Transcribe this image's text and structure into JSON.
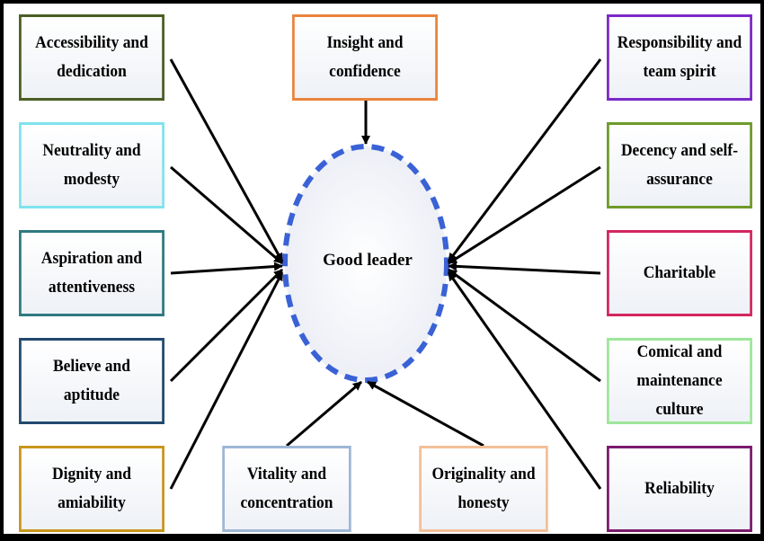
{
  "center": {
    "label": "Good leader"
  },
  "nodes": [
    {
      "id": "accessibility",
      "label": "Accessibility and\ndedication",
      "color": "#4a5e23"
    },
    {
      "id": "neutrality",
      "label": "Neutrality and\nmodesty",
      "color": "#7fe3ee"
    },
    {
      "id": "aspiration",
      "label": "Aspiration and\nattentiveness",
      "color": "#2e7a80"
    },
    {
      "id": "believe",
      "label": "Believe and aptitude",
      "color": "#22496e"
    },
    {
      "id": "dignity",
      "label": "Dignity and\namiability",
      "color": "#c9961c"
    },
    {
      "id": "insight",
      "label": "Insight and\nconfidence",
      "color": "#e9843c"
    },
    {
      "id": "vitality",
      "label": "Vitality and\nconcentration",
      "color": "#9fb6d6"
    },
    {
      "id": "originality",
      "label": "Originality and\nhonesty",
      "color": "#f4bf98"
    },
    {
      "id": "responsibility",
      "label": "Responsibility and\nteam spirit",
      "color": "#7b28c9"
    },
    {
      "id": "decency",
      "label": "Decency and self-\nassurance",
      "color": "#6e9a2a"
    },
    {
      "id": "charitable",
      "label": "Charitable",
      "color": "#d4265f"
    },
    {
      "id": "comical",
      "label": "Comical and\nmaintenance culture",
      "color": "#9ee69a"
    },
    {
      "id": "reliability",
      "label": "Reliability",
      "color": "#7b1a6e"
    }
  ],
  "colors": {
    "ellipse_stroke": "#3a62d6",
    "ellipse_fill": "#f0f2f8",
    "arrow": "#000000"
  }
}
